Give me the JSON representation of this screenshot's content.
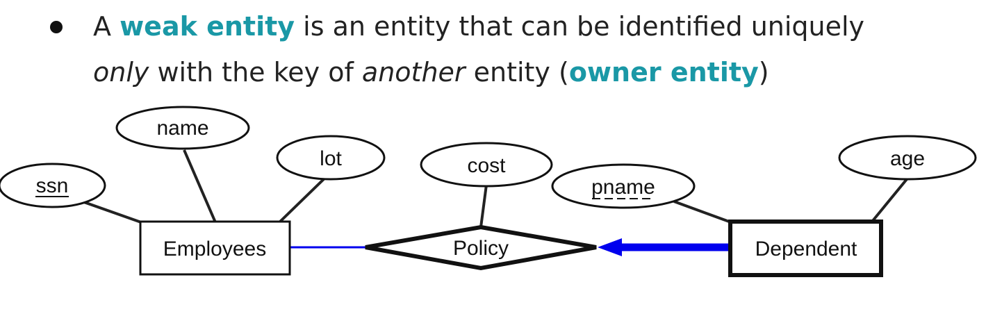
{
  "bullet": {
    "prefix": "A ",
    "term": "weak entity",
    "mid": " is an entity that can be identified uniquely",
    "only": "only",
    "mid2": " with the key of ",
    "another": "another",
    "mid3": " entity (",
    "owner": "owner entity",
    "suffix": ")"
  },
  "diagram": {
    "entities": {
      "employees": "Employees",
      "dependent": "Dependent"
    },
    "relationship": "Policy",
    "attributes": {
      "ssn": "ssn",
      "name": "name",
      "lot": "lot",
      "cost": "cost",
      "pname": "pname",
      "age": "age"
    },
    "colors": {
      "accent": "#1a98a6",
      "arrow": "#0000ee",
      "stroke": "#222222"
    }
  }
}
